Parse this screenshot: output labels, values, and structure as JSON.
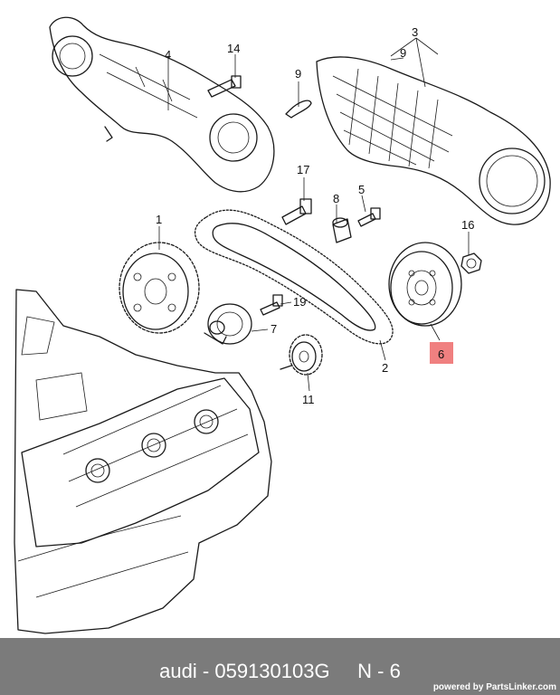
{
  "callouts": {
    "c1": "1",
    "c2": "2",
    "c3": "3",
    "c4": "4",
    "c5": "5",
    "c6": "6",
    "c7": "7",
    "c8": "8",
    "c9a": "9",
    "c9b": "9",
    "c11": "11",
    "c14": "14",
    "c16": "16",
    "c17": "17",
    "c19": "19"
  },
  "highlight": {
    "color": "#f08080"
  },
  "footer": {
    "brand": "audi",
    "separator": "-",
    "part_number": "059130103G",
    "position": "N - 6",
    "powered_prefix": "powered by",
    "powered_brand": "PartsLinker.com"
  }
}
